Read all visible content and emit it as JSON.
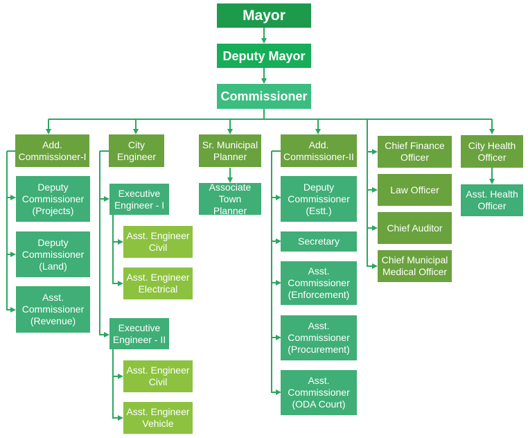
{
  "colors": {
    "top": "#1d9a4c",
    "deputy": "#17ad59",
    "commissioner": "#3bbd7f",
    "olive": "#6aa23e",
    "teal": "#3fae77",
    "lime": "#8cc23f",
    "line": "#2ba661"
  },
  "nodes": {
    "mayor": "Mayor",
    "deputy_mayor": "Deputy Mayor",
    "commissioner": "Commissioner",
    "add_commissioner_1": "Add.\nCommissioner-I",
    "deputy_commissioner_projects": "Deputy\nCommissioner\n(Projects)",
    "deputy_commissioner_land": "Deputy\nCommissioner\n(Land)",
    "asst_commissioner_revenue": "Asst.\nCommissioner\n(Revenue)",
    "city_engineer": "City\nEngineer",
    "executive_engineer_1": "Executive\nEngineer - I",
    "asst_engineer_civil_1": "Asst. Engineer\nCivil",
    "asst_engineer_electrical": "Asst. Engineer\nElectrical",
    "executive_engineer_2": "Executive\nEngineer - II",
    "asst_engineer_civil_2": "Asst. Engineer\nCivil",
    "asst_engineer_vehicle": "Asst. Engineer\nVehicle",
    "sr_municipal_planner": "Sr. Municipal\nPlanner",
    "associate_town_planner": "Associate\nTown Planner",
    "add_commissioner_2": "Add.\nCommissioner-II",
    "deputy_commissioner_estt": "Deputy\nCommissioner\n(Estt.)",
    "secretary": "Secretary",
    "asst_commissioner_enforcement": "Asst.\nCommissioner\n(Enforcement)",
    "asst_commissioner_procurement": "Asst.\nCommissioner\n(Procurement)",
    "asst_commissioner_oda_court": "Asst.\nCommissioner\n(ODA Court)",
    "chief_finance_officer": "Chief Finance\nOfficer",
    "law_officer": "Law Officer",
    "chief_auditor": "Chief Auditor",
    "chief_municipal_medical_officer": "Chief Municipal\nMedical Officer",
    "city_health_officer": "City Health\nOfficer",
    "asst_health_officer": "Asst. Health\nOfficer"
  }
}
